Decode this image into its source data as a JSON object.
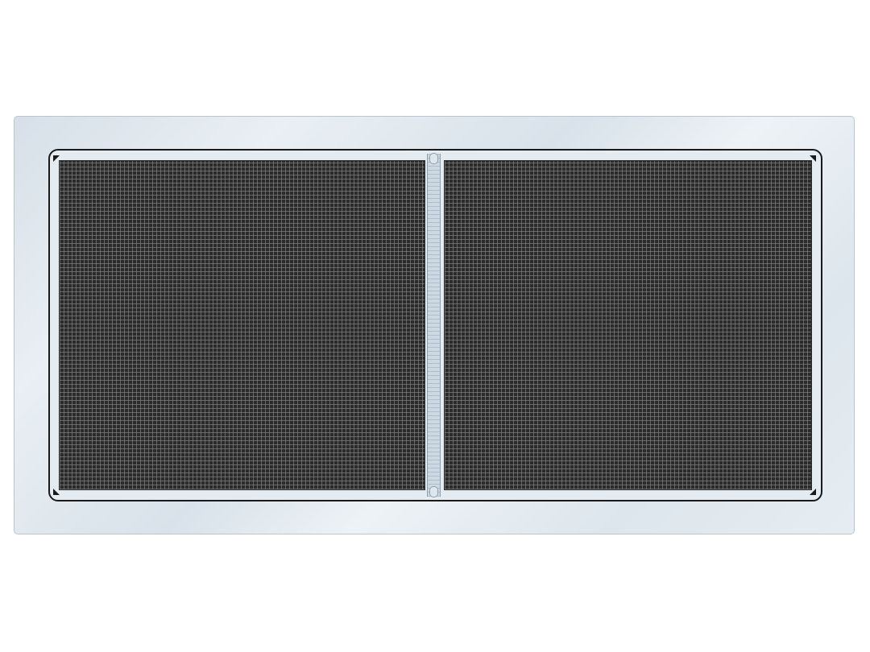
{
  "object": {
    "type": "sliding-window-screen",
    "panels": [
      {
        "id": "left",
        "material": "mesh"
      },
      {
        "id": "right",
        "material": "mesh"
      }
    ],
    "colors": {
      "frame": "#dde6ed",
      "frame_edge": "#b9c6d0",
      "inner_border": "#1a1a1a",
      "mesh": "#2b2b2b",
      "mesh_lines": "#969696",
      "divider": "#cdd9e2"
    },
    "icons": {
      "corner": "corner-clip-icon"
    }
  }
}
